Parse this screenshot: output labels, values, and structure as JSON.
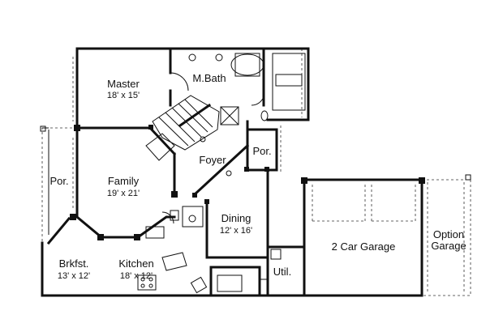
{
  "rooms": {
    "master": {
      "name": "Master",
      "dims": "18' x 15'"
    },
    "mbath": {
      "name": "M.Bath",
      "dims": ""
    },
    "foyer": {
      "name": "Foyer",
      "dims": ""
    },
    "porch_front": {
      "name": "Por.",
      "dims": ""
    },
    "porch_side": {
      "name": "Por.",
      "dims": ""
    },
    "family": {
      "name": "Family",
      "dims": "19' x 21'"
    },
    "dining": {
      "name": "Dining",
      "dims": "12' x 16'"
    },
    "garage": {
      "name": "2 Car Garage",
      "dims": ""
    },
    "option_garage": {
      "name_line1": "Option",
      "name_line2": "Garage"
    },
    "brkfst": {
      "name": "Brkfst.",
      "dims": "13' x 12'"
    },
    "kitchen": {
      "name": "Kitchen",
      "dims": "18' x 12'"
    },
    "util": {
      "name": "Util.",
      "dims": ""
    }
  }
}
